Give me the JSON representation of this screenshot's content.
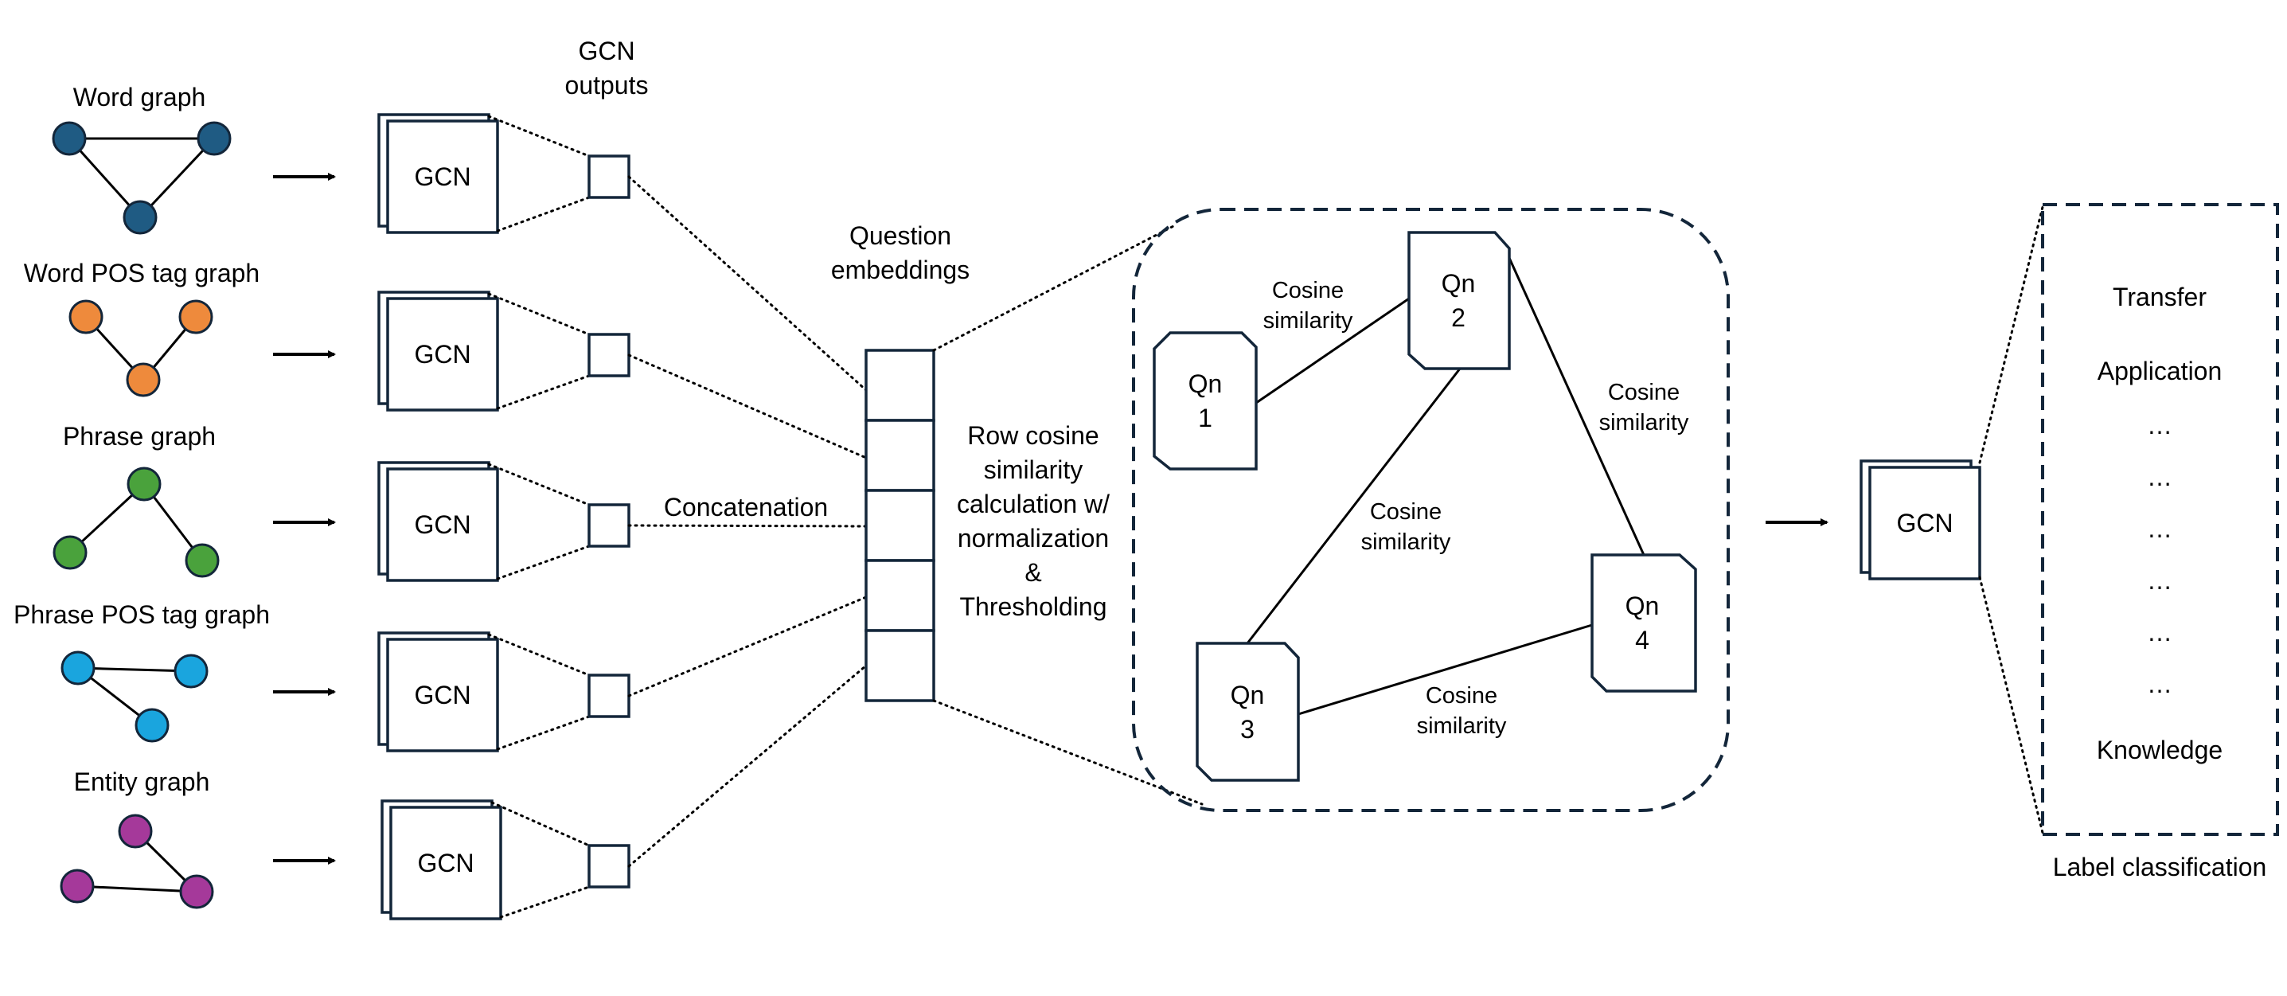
{
  "colors": {
    "word_node": "#1f5b83",
    "pos_node": "#ee8a3c",
    "phrase_node": "#4aa23c",
    "phrase_pos_node": "#1aa5de",
    "entity_node": "#a5399a",
    "outline": "#13263a"
  },
  "graphs": [
    {
      "label": "Word graph",
      "node_color": "word_node"
    },
    {
      "label": "Word POS tag graph",
      "node_color": "pos_node"
    },
    {
      "label": "Phrase graph",
      "node_color": "phrase_node"
    },
    {
      "label": "Phrase POS tag graph",
      "node_color": "phrase_pos_node"
    },
    {
      "label": "Entity graph",
      "node_color": "entity_node"
    }
  ],
  "gcn_label": "GCN",
  "gcn_outputs_label": [
    "GCN",
    "outputs"
  ],
  "concatenation_label": "Concatenation",
  "question_embeddings_label": [
    "Question",
    "embeddings"
  ],
  "row_cosine_label": [
    "Row cosine",
    "similarity",
    "calculation w/",
    "normalization",
    "&",
    "Thresholding"
  ],
  "questions": [
    {
      "name": "Qn",
      "num": "1"
    },
    {
      "name": "Qn",
      "num": "2"
    },
    {
      "name": "Qn",
      "num": "3"
    },
    {
      "name": "Qn",
      "num": "4"
    }
  ],
  "cosine_label": [
    "Cosine",
    "similarity"
  ],
  "labels": {
    "items": [
      "Transfer",
      "Application",
      "…",
      "…",
      "…",
      "…",
      "…",
      "…",
      "Knowledge"
    ],
    "caption": "Label classification"
  }
}
